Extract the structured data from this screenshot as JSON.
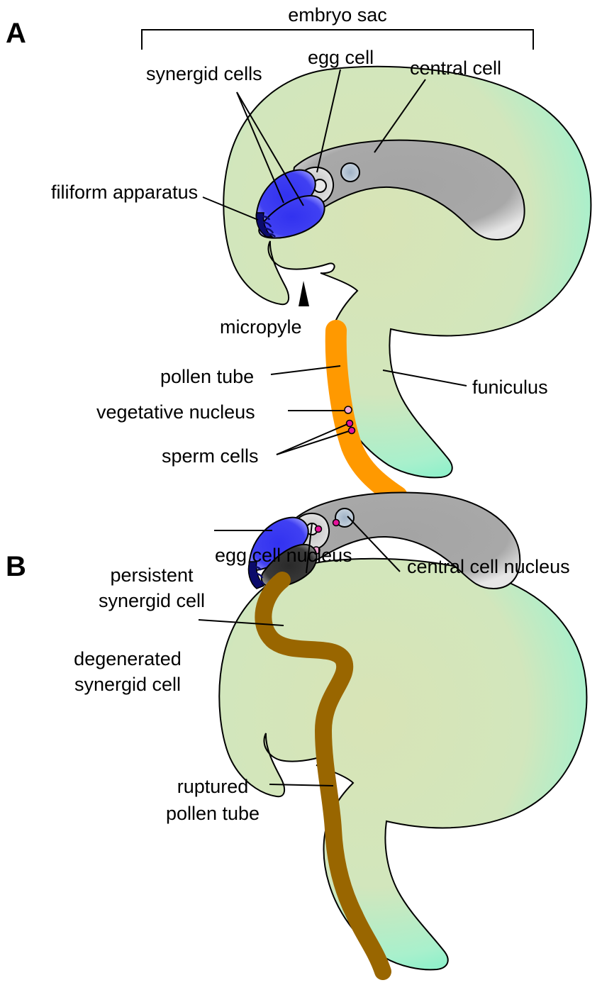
{
  "panel_a": {
    "letter": "A",
    "labels": {
      "embryo_sac": "embryo sac",
      "synergid_cells": "synergid cells",
      "egg_cell": "egg cell",
      "central_cell": "central cell",
      "filiform_apparatus": "filiform apparatus",
      "micropyle": "micropyle",
      "pollen_tube": "pollen tube",
      "funiculus": "funiculus",
      "vegetative_nucleus": "vegetative nucleus",
      "sperm_cells": "sperm cells"
    }
  },
  "panel_b": {
    "letter": "B",
    "labels": {
      "egg_cell_nucleus": "egg cell nucleus",
      "central_cell_nucleus": "central cell nucleus",
      "persistent_synergid_line1": "persistent",
      "persistent_synergid_line2": "synergid cell",
      "degenerated_synergid_line1": "degenerated",
      "degenerated_synergid_line2": "synergid cell",
      "ruptured_tube_line1": "ruptured",
      "ruptured_tube_line2": "pollen tube"
    }
  },
  "colors": {
    "ovule_green": "#d6e4b8",
    "ovule_edge_cyan": "#6ef2cc",
    "central_cell_gray": "#a6a6a6",
    "synergid_blue": "#3b3bf0",
    "filiform_navy": "#0a0a6e",
    "pollen_tube_orange": "#ff9900",
    "ruptured_tube_brown": "#996600",
    "degenerated_dark": "#333333",
    "sperm_magenta": "#e6139a",
    "vegetative_pink": "#f5a8d6",
    "central_nucleus_blue_gray": "#a9b9c9"
  }
}
